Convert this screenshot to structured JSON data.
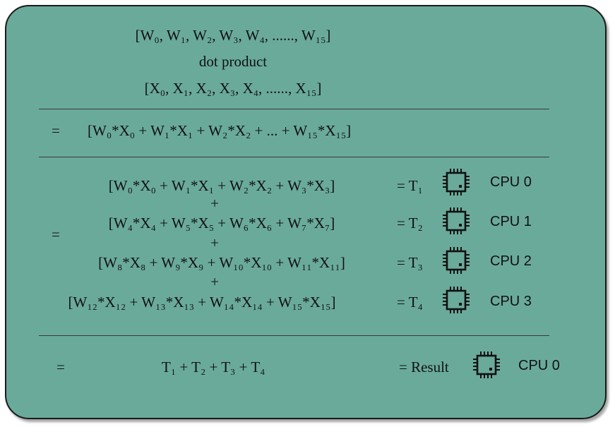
{
  "header": {
    "w_vector": "[W₀, W₁, W₂, W₃, W₄, ......, W₁₅]",
    "operation": "dot product",
    "x_vector": "[X₀, X₁, X₂, X₃, X₄, ......, X₁₅]"
  },
  "full_sum": {
    "equals": "=",
    "expression": "[W₀*X₀ + W₁*X₁ + W₂*X₂ + ... + W₁₅*X₁₅]"
  },
  "partials": {
    "equals": "=",
    "plus": "+",
    "rows": [
      {
        "expression": "[W₀*X₀ + W₁*X₁ + W₂*X₂ + W₃*X₃]",
        "result": "= T₁",
        "cpu": "CPU 0"
      },
      {
        "expression": "[W₄*X₄ + W₅*X₅ + W₆*X₆ + W₇*X₇]",
        "result": "= T₂",
        "cpu": "CPU 1"
      },
      {
        "expression": "[W₈*X₈ + W₉*X₉ + W₁₀*X₁₀ + W₁₁*X₁₁]",
        "result": "= T₃",
        "cpu": "CPU 2"
      },
      {
        "expression": "[W₁₂*X₁₂ + W₁₃*X₁₃ + W₁₄*X₁₄ + W₁₅*X₁₅]",
        "result": "= T₄",
        "cpu": "CPU 3"
      }
    ]
  },
  "final": {
    "equals": "=",
    "expression": "T₁ + T₂ + T₃ + T₄",
    "result": "= Result",
    "cpu": "CPU 0"
  },
  "colors": {
    "card_background": "#6aaa9b",
    "border": "#1a1a1a",
    "text": "#111111"
  }
}
